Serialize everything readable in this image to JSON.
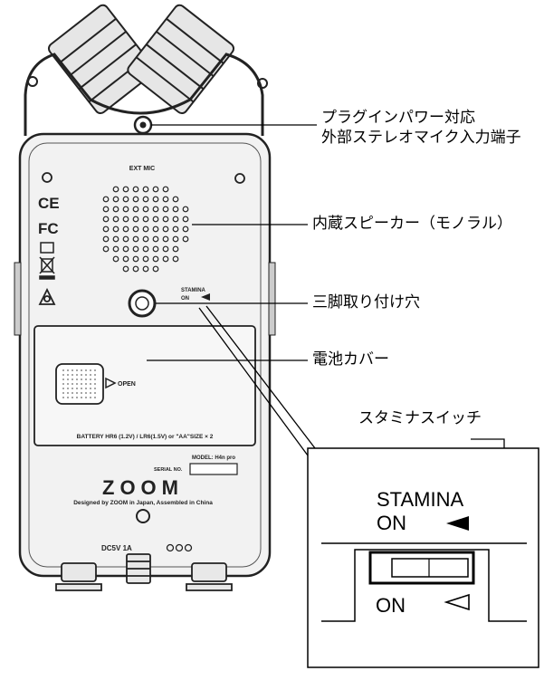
{
  "callouts": {
    "ext_mic_line1": "プラグインパワー対応",
    "ext_mic_line2": "外部ステレオマイク入力端子",
    "speaker": "内蔵スピーカー（モノラル）",
    "tripod": "三脚取り付け穴",
    "battery_cover": "電池カバー",
    "stamina_switch": "スタミナスイッチ"
  },
  "device": {
    "ext_mic": "EXT MIC",
    "stamina": "STAMINA",
    "on": "ON",
    "open": "OPEN",
    "battery": "BATTERY  HR6 (1.2V) / LR6(1.5V) or \"AA\"SIZE × 2",
    "model": "MODEL: H4n pro",
    "serial": "SERIAL NO.",
    "brand": "ZOOM",
    "designed": "Designed by ZOOM in Japan, Assembled in China",
    "dc": "DC5V 1A",
    "ce": "CE",
    "fc": "FC"
  },
  "inset": {
    "stamina": "STAMINA",
    "on_top": "ON",
    "on_bottom": "ON"
  },
  "colors": {
    "outline": "#222222",
    "device_fill": "#f2f2f2",
    "inset_line": "#000000"
  }
}
